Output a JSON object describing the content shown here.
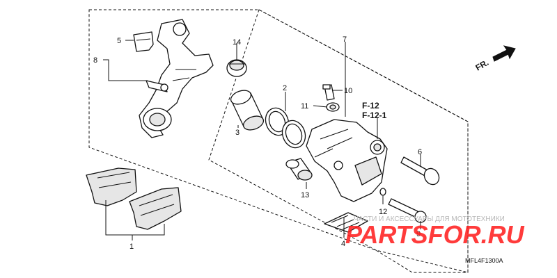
{
  "callouts": {
    "n1": "1",
    "n2": "2",
    "n3": "3",
    "n4": "4",
    "n5": "5",
    "n6": "6",
    "n7": "7",
    "n8": "8",
    "n9": "9",
    "n10": "10",
    "n11": "11",
    "n12": "12",
    "n13": "13",
    "n14": "14"
  },
  "refs": {
    "f12": "F-12",
    "f121": "F-12-1"
  },
  "direction": {
    "label": "FR."
  },
  "diagram_code": "MFL4F1300A",
  "watermark": {
    "small": "ЧАСТИ И АКСЕССУАРЫ ДЛЯ МОТОТЕХНИКИ",
    "big": "PARTSFOR.RU"
  }
}
